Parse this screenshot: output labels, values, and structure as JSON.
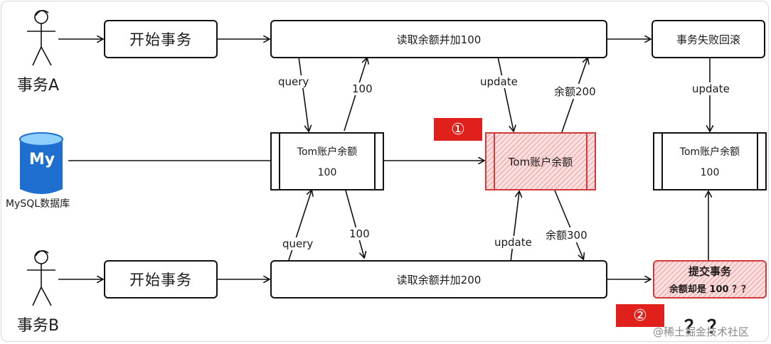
{
  "actors": {
    "a": "事务A",
    "b": "事务B"
  },
  "database": {
    "icon_text": "My",
    "caption": "MySQL数据库",
    "icon_color": "#1e6fcf"
  },
  "transaction_a": {
    "start": "开始事务",
    "read": "读取余额并加100",
    "rollback": "事务失败回滚"
  },
  "transaction_b": {
    "start": "开始事务",
    "read": "读取余额并加200",
    "commit_line1": "提交事务",
    "commit_line2": "余额却是 100 ？？"
  },
  "records": {
    "initial": {
      "title": "Tom账户余额",
      "value": "100"
    },
    "updated": {
      "title": "Tom账户余额"
    },
    "final": {
      "title": "Tom账户余额",
      "value": "100"
    }
  },
  "edges": {
    "a_query": "query",
    "a_return": "100",
    "a_update": "update",
    "a_balance": "余额200",
    "rollback_update": "update",
    "b_query": "query",
    "b_return": "100",
    "b_update": "update",
    "b_balance": "余额300"
  },
  "badges": {
    "one": "①",
    "two": "②",
    "color": "#e0201a"
  },
  "annotation": "？？",
  "watermark": "@稀土掘金技术社区"
}
